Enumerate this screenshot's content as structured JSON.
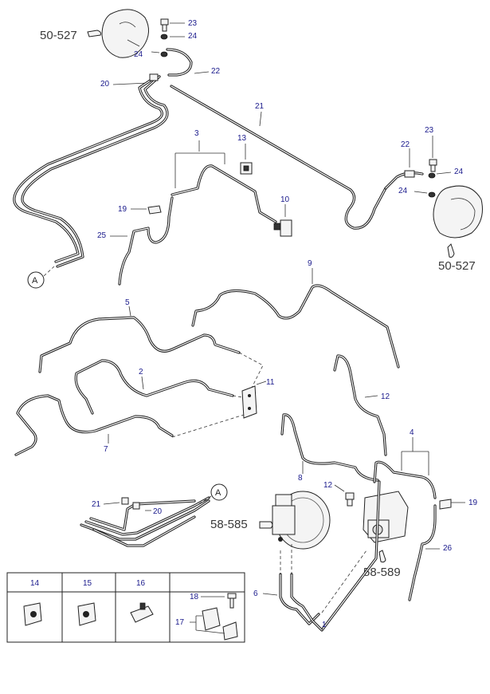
{
  "refs": {
    "r1": "50-527",
    "r2": "50-527",
    "r3": "58-585",
    "r4": "58-589"
  },
  "callouts": {
    "c1": "A",
    "c2": "A"
  },
  "labels": {
    "l23a": "23",
    "l24a": "24",
    "l24b": "24",
    "l22a": "22",
    "l20a": "20",
    "l21a": "21",
    "l3": "3",
    "l13": "13",
    "l23b": "23",
    "l22b": "22",
    "l24c": "24",
    "l24d": "24",
    "l10": "10",
    "l19a": "19",
    "l25": "25",
    "l9": "9",
    "l5": "5",
    "l2": "2",
    "l11": "11",
    "l7": "7",
    "l12a": "12",
    "l4": "4",
    "l8": "8",
    "l12b": "12",
    "l19b": "19",
    "l21b": "21",
    "l20b": "20",
    "l26": "26",
    "l6": "6",
    "l1": "1",
    "l18": "18",
    "l17": "17"
  },
  "legend_table": {
    "headers": [
      "14",
      "15",
      "16",
      ""
    ]
  }
}
